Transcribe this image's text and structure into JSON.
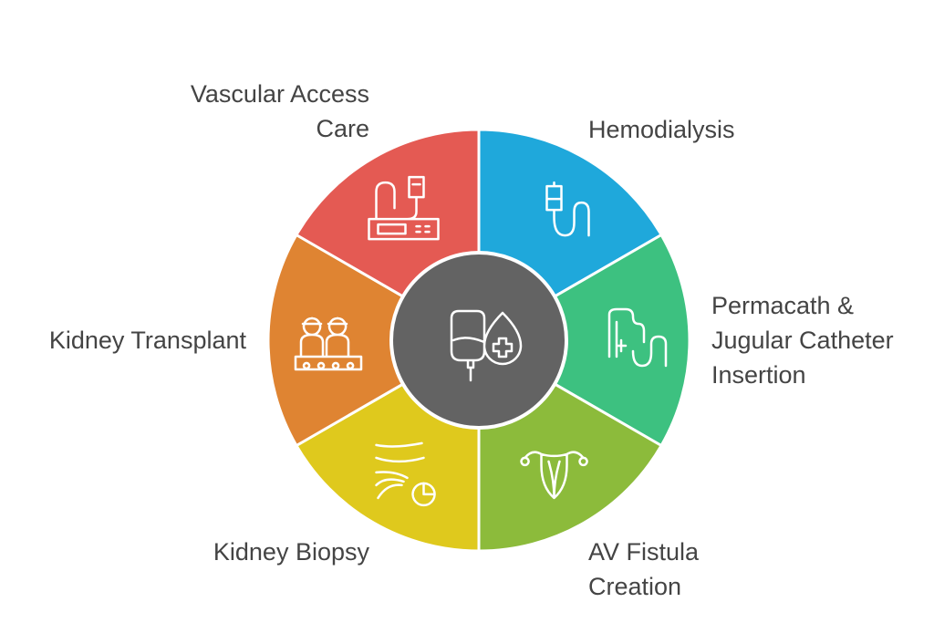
{
  "center": {
    "icon": "dialysis-bag-blood-drop-icon",
    "color": "#636363"
  },
  "segments": [
    {
      "id": "hemodialysis",
      "lines": [
        "Hemodialysis"
      ],
      "color": "#1FA8DB",
      "icon": "dialysis-tube-icon"
    },
    {
      "id": "permacath",
      "lines": [
        "Permacath &",
        "Jugular Catheter",
        "Insertion"
      ],
      "color": "#3DC180",
      "icon": "catheter-icon"
    },
    {
      "id": "av-fistula",
      "lines": [
        "AV Fistula",
        "Creation"
      ],
      "color": "#8CBB3B",
      "icon": "fistula-vessel-icon"
    },
    {
      "id": "kidney-biopsy",
      "lines": [
        "Kidney Biopsy"
      ],
      "color": "#DFC91D",
      "icon": "biopsy-icon"
    },
    {
      "id": "kidney-transplant",
      "lines": [
        "Kidney Transplant"
      ],
      "color": "#DF8432",
      "icon": "surgeons-icon"
    },
    {
      "id": "vascular-access",
      "lines": [
        "Vascular Access",
        "Care"
      ],
      "color": "#E45A53",
      "icon": "infusion-pump-icon"
    }
  ]
}
